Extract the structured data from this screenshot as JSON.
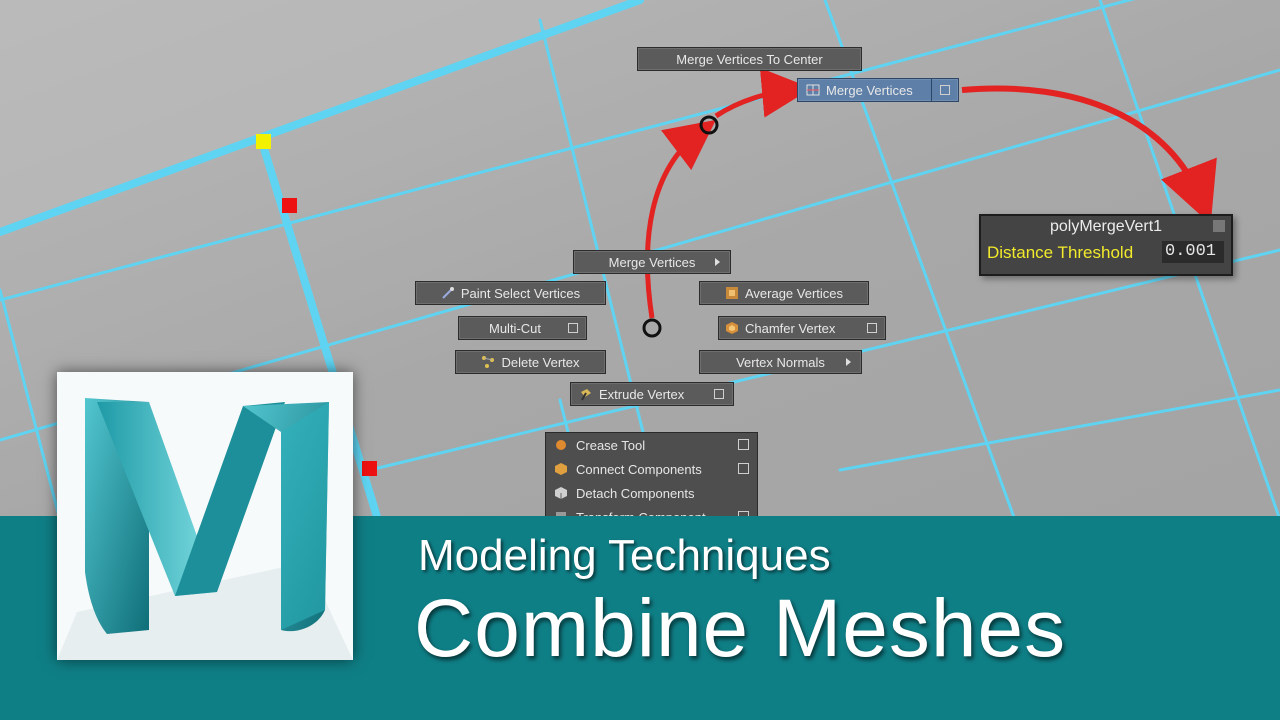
{
  "viewport": {
    "colors": {
      "edge": "#5fd4f2",
      "selected_vertex": "#ee1111",
      "highlighted_vertex": "#f2f200",
      "arrow": "#e32222"
    }
  },
  "marking_menu": {
    "top_item": "Merge Vertices To Center",
    "merge_vertices": "Merge Vertices",
    "merge_vertices_submenu": "Merge Vertices",
    "paint_select": "Paint Select Vertices",
    "average_vertices": "Average Vertices",
    "multi_cut": "Multi-Cut",
    "chamfer_vertex": "Chamfer Vertex",
    "delete_vertex": "Delete Vertex",
    "vertex_normals": "Vertex Normals",
    "extrude_vertex": "Extrude Vertex"
  },
  "vertex_menu": {
    "items": [
      {
        "label": "Crease Tool",
        "icon": "crease-icon"
      },
      {
        "label": "Connect Components",
        "icon": "connect-icon"
      },
      {
        "label": "Detach Components",
        "icon": "detach-icon"
      },
      {
        "label": "Transform Component",
        "icon": "transform-icon"
      }
    ]
  },
  "attribute_panel": {
    "node_name": "polyMergeVert1",
    "attribute_label": "Distance Threshold",
    "attribute_value": "0.001"
  },
  "banner": {
    "subtitle": "Modeling Techniques",
    "title": "Combine Meshes",
    "background": "#0f7f86"
  },
  "logo": {
    "icon": "maya-m-logo",
    "colors": [
      "#1e9aa6",
      "#52c6cf",
      "#0f6e78"
    ]
  }
}
